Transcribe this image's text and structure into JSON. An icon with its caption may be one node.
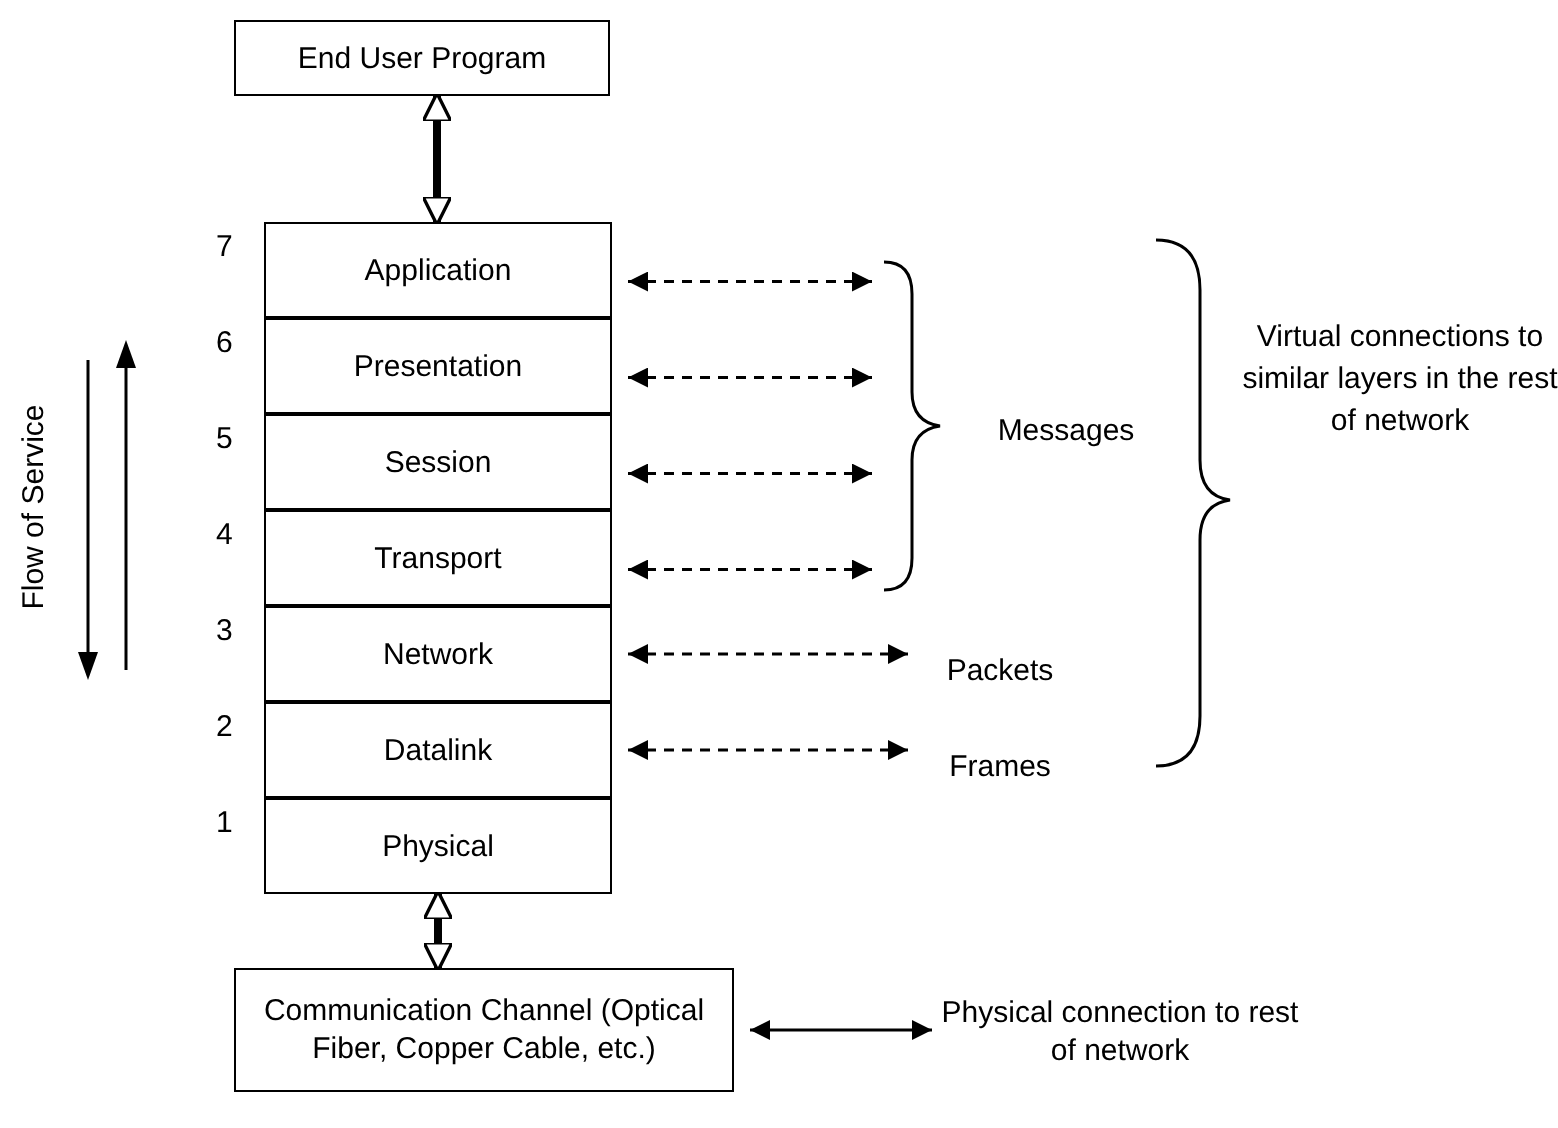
{
  "diagram": {
    "nodes": [
      {
        "text": [
          "End User Program"
        ]
      },
      {
        "text": [
          "Application"
        ],
        "beside": [
          "7"
        ]
      },
      {
        "text": [
          "Presentation"
        ],
        "beside": [
          "6"
        ]
      },
      {
        "text": [
          "Session"
        ],
        "beside": [
          "5"
        ]
      },
      {
        "text": [
          "Transport"
        ],
        "beside": [
          "4"
        ]
      },
      {
        "text": [
          "Network"
        ],
        "beside": [
          "3"
        ]
      },
      {
        "text": [
          "Datalink"
        ],
        "beside": [
          "2"
        ]
      },
      {
        "text": [
          "Physical"
        ],
        "beside": [
          "1"
        ]
      },
      {
        "text": [],
        "shape": "brace"
      },
      {
        "text": [
          "Packets"
        ]
      },
      {
        "text": [
          "Frames"
        ]
      },
      {
        "text": [
          "Communication Channel (Optical Fiber, Copper Cable, etc.)"
        ]
      },
      {
        "text": [
          "Physical connection to rest of network"
        ]
      }
    ],
    "edges": [
      {
        "from": 0,
        "to": 1,
        "arrow": "both",
        "style": "thick"
      },
      {
        "from": 1,
        "to": 8,
        "arrow": "both",
        "style": "dashed"
      },
      {
        "from": 2,
        "to": 8,
        "arrow": "both",
        "style": "dashed"
      },
      {
        "from": 3,
        "to": 8,
        "arrow": "both",
        "style": "dashed"
      },
      {
        "from": 4,
        "to": 8,
        "arrow": "both",
        "style": "dashed"
      },
      {
        "from": 5,
        "to": 9,
        "arrow": "both",
        "style": "dashed"
      },
      {
        "from": 6,
        "to": 10,
        "arrow": "both",
        "style": "dashed"
      },
      {
        "from": 7,
        "to": 11,
        "arrow": "both",
        "style": "thick"
      },
      {
        "from": 11,
        "to": 12,
        "arrow": "both"
      }
    ],
    "labels": [
      "Flow of Service",
      "Messages",
      "Virtual connections to similar layers in the rest of network"
    ]
  }
}
